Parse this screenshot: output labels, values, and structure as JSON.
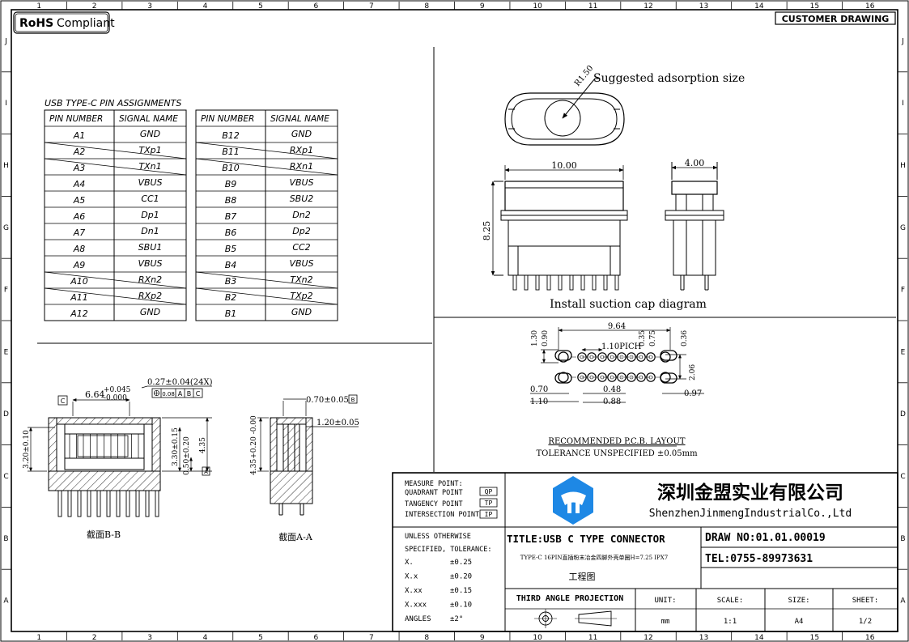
{
  "border": {
    "columns": [
      "1",
      "2",
      "3",
      "4",
      "5",
      "6",
      "7",
      "8",
      "9",
      "10",
      "11",
      "12",
      "13",
      "14",
      "15",
      "16"
    ],
    "rows": [
      "J",
      "I",
      "H",
      "G",
      "F",
      "E",
      "D",
      "C",
      "B",
      "A"
    ]
  },
  "badges": {
    "rohs": "RoHS",
    "compliant": "Compliant",
    "customer": "CUSTOMER DRAWING"
  },
  "pin_table": {
    "title": "USB TYPE-C PIN ASSIGNMENTS",
    "headers": [
      "PIN NUMBER",
      "SIGNAL NAME"
    ],
    "left": [
      {
        "pin": "A1",
        "sig": "GND",
        "x": false
      },
      {
        "pin": "A2",
        "sig": "TXp1",
        "x": true
      },
      {
        "pin": "A3",
        "sig": "TXn1",
        "x": true
      },
      {
        "pin": "A4",
        "sig": "VBUS",
        "x": false
      },
      {
        "pin": "A5",
        "sig": "CC1",
        "x": false
      },
      {
        "pin": "A6",
        "sig": "Dp1",
        "x": false
      },
      {
        "pin": "A7",
        "sig": "Dn1",
        "x": false
      },
      {
        "pin": "A8",
        "sig": "SBU1",
        "x": false
      },
      {
        "pin": "A9",
        "sig": "VBUS",
        "x": false
      },
      {
        "pin": "A10",
        "sig": "RXn2",
        "x": true
      },
      {
        "pin": "A11",
        "sig": "RXp2",
        "x": true
      },
      {
        "pin": "A12",
        "sig": "GND",
        "x": false
      }
    ],
    "right": [
      {
        "pin": "B12",
        "sig": "GND",
        "x": false
      },
      {
        "pin": "B11",
        "sig": "RXp1",
        "x": true
      },
      {
        "pin": "B10",
        "sig": "RXn1",
        "x": true
      },
      {
        "pin": "B9",
        "sig": "VBUS",
        "x": false
      },
      {
        "pin": "B8",
        "sig": "SBU2",
        "x": false
      },
      {
        "pin": "B7",
        "sig": "Dn2",
        "x": false
      },
      {
        "pin": "B6",
        "sig": "Dp2",
        "x": false
      },
      {
        "pin": "B5",
        "sig": "CC2",
        "x": false
      },
      {
        "pin": "B4",
        "sig": "VBUS",
        "x": false
      },
      {
        "pin": "B3",
        "sig": "TXn2",
        "x": true
      },
      {
        "pin": "B2",
        "sig": "TXp2",
        "x": true
      },
      {
        "pin": "B1",
        "sig": "GND",
        "x": false
      }
    ]
  },
  "top_view": {
    "radius": "R1.50",
    "adsorption": "Suggested adsorption size",
    "width_dim": "10.00",
    "height_dim": "8.25",
    "side_width_dim": "4.00",
    "caption": "Install suction cap diagram"
  },
  "pcb": {
    "pitch_total": "9.64",
    "pitch": "1.10PICH",
    "d_130": "1.30",
    "d_090": "0.90",
    "d_035": "0.35",
    "d_075": "0.75",
    "d_036": "0.36",
    "d_206": "2.06",
    "d_070": "0.70",
    "d_110": "1.10",
    "d_048": "0.48",
    "d_088": "0.88",
    "d_097": "0.97",
    "caption1": "RECOMMENDED  P.C.B. LAYOUT",
    "caption2": "TOLERANCE UNSPECIFIED ±0.05mm"
  },
  "section_bb": {
    "d_664": "6.64",
    "tol_plus": "+0.045",
    "tol_minus": "-0.000",
    "d_027": "0.27±0.04(24X)",
    "fcf_tol": "0.08",
    "fcf_a": "A",
    "fcf_b": "B",
    "fcf_c": "C",
    "datum_c": "C",
    "datum_a": "A",
    "d_320": "3.20±0.10",
    "d_330": "3.30±0.15",
    "d_050": "0.50±0.20",
    "d_435": "4.35",
    "caption": "截面B-B"
  },
  "section_aa": {
    "d_070": "0.70±0.05",
    "datum_b": "B",
    "d_120": "1.20±0.05",
    "d_435": "4.35+0.20 -0.00",
    "caption": "截面A-A"
  },
  "title_block": {
    "measure": [
      "MEASURE POINT:",
      "QUADRANT POINT",
      "TANGENCY POINT",
      "INTERSECTION POINT"
    ],
    "measure_codes": [
      "QP",
      "TP",
      "IP"
    ],
    "company_cn": "深圳金盟实业有限公司",
    "company_en": "ShenzhenJinmengIndustrialCo.,Ltd",
    "tol_head": [
      "UNLESS OTHERWISE",
      "SPECIFIED, TOLERANCE:"
    ],
    "tolerances": [
      {
        "k": "X.",
        "v": "±0.25"
      },
      {
        "k": "X.x",
        "v": "±0.20"
      },
      {
        "k": "X.xx",
        "v": "±0.15"
      },
      {
        "k": "X.xxx",
        "v": "±0.10"
      },
      {
        "k": "ANGLES",
        "v": "±2°"
      }
    ],
    "title": "TITLE:USB C TYPE CONNECTOR",
    "subtitle": "TYPE-C 16PIN直插粉末冶金四脚外壳单圈H=7.25 IPX7",
    "drawing_cn": "工程图",
    "draw_no": "DRAW NO:01.01.00019",
    "tel": "TEL:0755-89973631",
    "projection": "THIRD ANGLE PROJECTION",
    "unit_label": "UNIT:",
    "scale_label": "SCALE:",
    "size_label": "SIZE:",
    "sheet_label": "SHEET:",
    "unit": "mm",
    "scale": "1:1",
    "size": "A4",
    "sheet": "1/2"
  }
}
